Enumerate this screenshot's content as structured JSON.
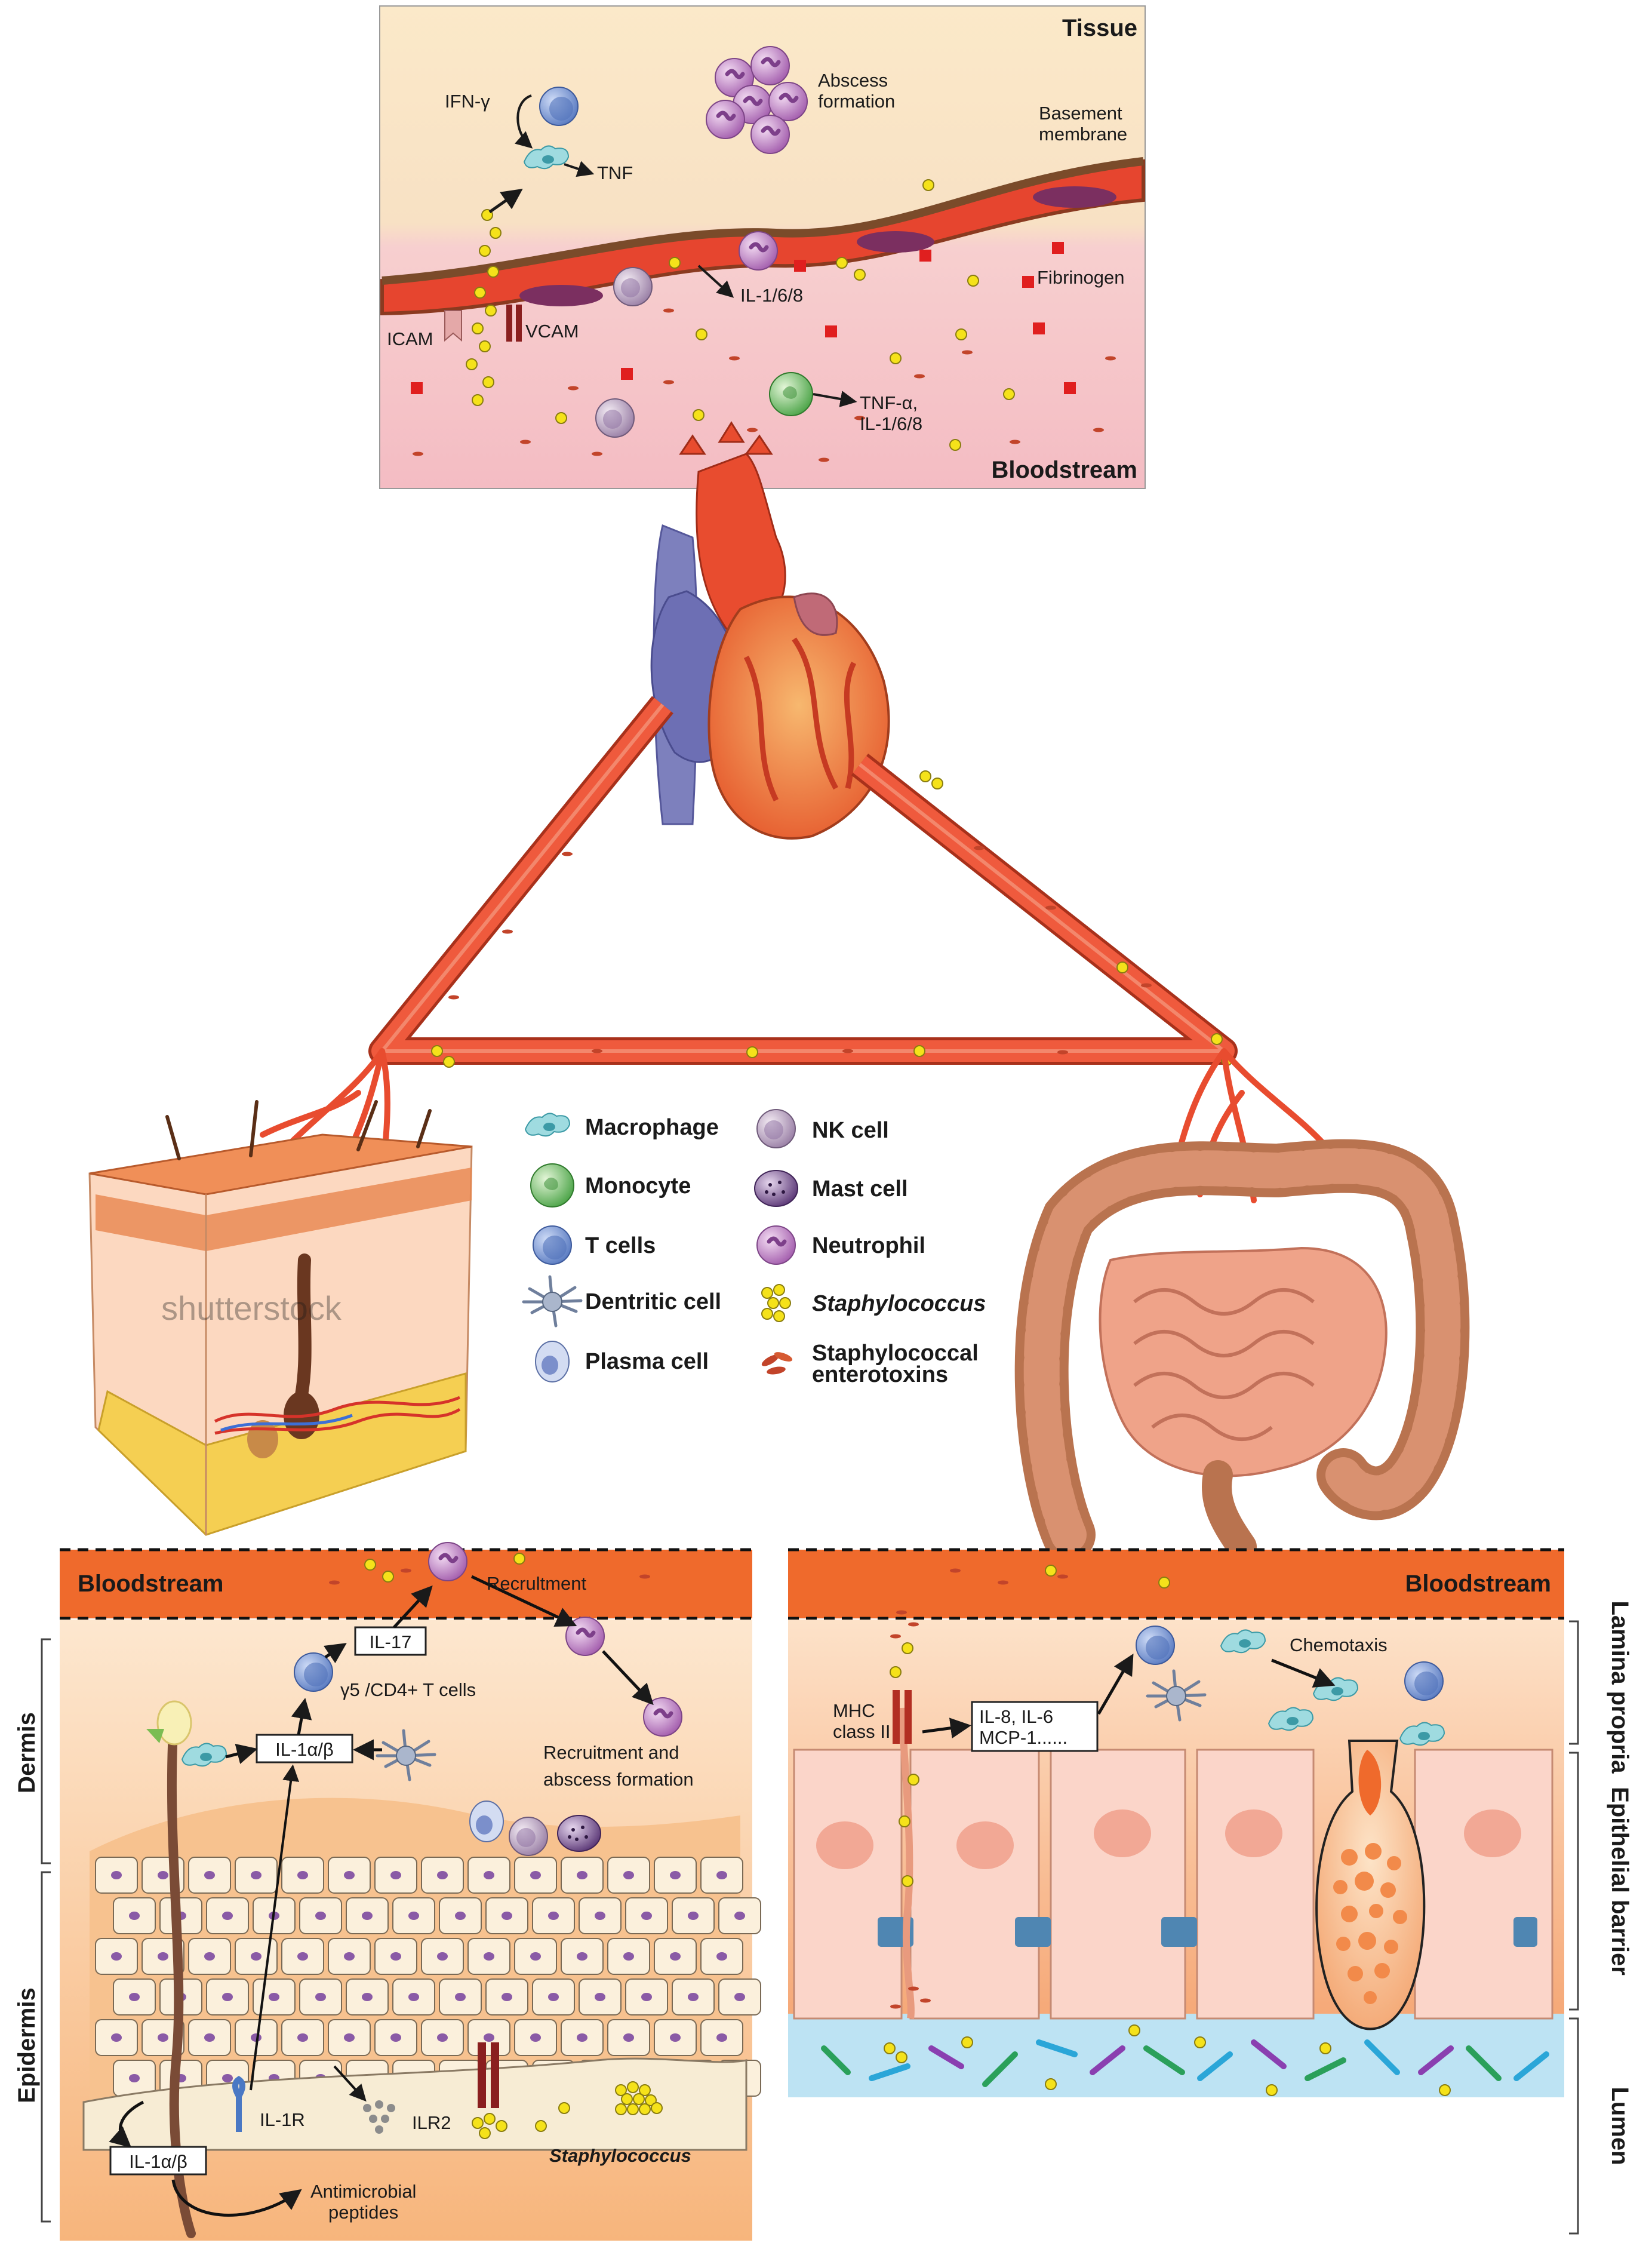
{
  "top_panel": {
    "tissue": "Tissue",
    "bloodstream": "Bloodstream",
    "ifn": "IFN-γ",
    "tnf": "TNF",
    "abscess_1": "Abscess",
    "abscess_2": "formation",
    "basement_1": "Basement",
    "basement_2": "membrane",
    "fibrinogen": "Fibrinogen",
    "il168": "IL-1/6/8",
    "icam": "ICAM",
    "vcam": "VCAM",
    "tnfa_1": "TNF-α,",
    "tnfa_2": "IL-1/6/8"
  },
  "legend": {
    "macrophage": "Macrophage",
    "monocyte": "Monocyte",
    "tcells": "T cells",
    "dendritic": "Dentritic cell",
    "plasma": "Plasma cell",
    "nk": "NK cell",
    "mast": "Mast cell",
    "neutrophil": "Neutrophil",
    "staph": "Staphylococcus",
    "toxins_1": "Staphylococcal",
    "toxins_2": "enterotoxins"
  },
  "watermark": "shutterstock",
  "skin_panel": {
    "bloodstream": "Bloodstream",
    "recruitment": "Recrultment",
    "il17": "IL-17",
    "tcells": "γ5 /CD4+ T cells",
    "il1ab": "IL-1α/β",
    "recruit_abscess_1": "Recruitment and",
    "recruit_abscess_2": "abscess formation",
    "dermis": "Dermis",
    "epidermis": "Epidermis",
    "il1ab_low": "IL-1α/β",
    "il1r": "IL-1R",
    "ilr2": "ILR2",
    "antimicrobial_1": "Antimicrobial",
    "antimicrobial_2": "peptides",
    "staph": "Staphylococcus"
  },
  "gut_panel": {
    "bloodstream": "Bloodstream",
    "chemotaxis": "Chemotaxis",
    "mhc_1": "MHC",
    "mhc_2": "class II",
    "il86_1": "IL-8, IL-6",
    "il86_2": "MCP-1......",
    "lamina": "Lamina propria",
    "epithelial": "Epithelial barrier",
    "lumen": "Lumen"
  },
  "colors": {
    "tissue_bg": "#fbe6c8",
    "blood_bg": "#f5c9cc",
    "vessel": "#e84a35",
    "bloodstream_band": "#ef6a2c",
    "staph": "#f5e21a",
    "tcell": "#6f8fd0",
    "neutrophil": "#b571b8"
  }
}
